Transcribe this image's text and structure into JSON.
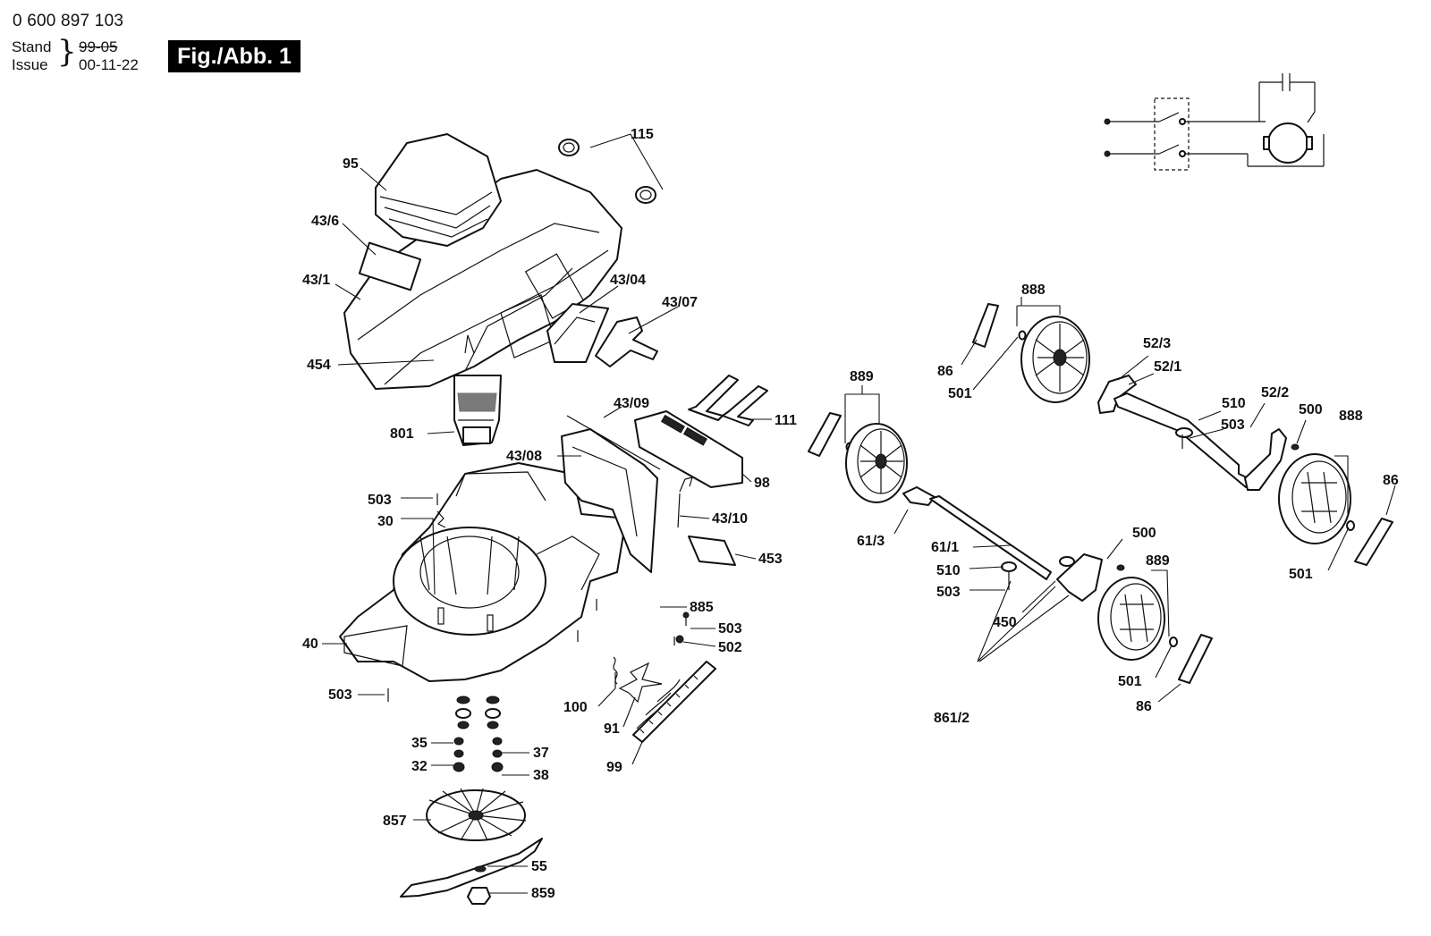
{
  "header": {
    "part_number": "0 600 897 103",
    "stand_label": "Stand",
    "issue_label": "Issue",
    "stand_date": "99-05",
    "issue_date": "00-11-22",
    "figure": "Fig./Abb. 1"
  },
  "labels": {
    "l115": "115",
    "l95": "95",
    "l43_6": "43/6",
    "l43_1": "43/1",
    "l43_04": "43/04",
    "l43_07": "43/07",
    "l454": "454",
    "l801": "801",
    "l43_09": "43/09",
    "l111": "111",
    "l43_08": "43/08",
    "l98": "98",
    "l503_a": "503",
    "l30": "30",
    "l43_10": "43/10",
    "l453": "453",
    "l885": "885",
    "l503_b": "503",
    "l502": "502",
    "l40": "40",
    "l503_c": "503",
    "l100": "100",
    "l91": "91",
    "l35": "35",
    "l37": "37",
    "l32": "32",
    "l38": "38",
    "l99": "99",
    "l857": "857",
    "l55": "55",
    "l859": "859",
    "l888_a": "888",
    "l86_a": "86",
    "l501_a": "501",
    "l52_3": "52/3",
    "l52_1": "52/1",
    "l510_a": "510",
    "l503_d": "503",
    "l52_2": "52/2",
    "l500_a": "500",
    "l888_b": "888",
    "l889_a": "889",
    "l86_b": "86",
    "l61_3": "61/3",
    "l61_1": "61/1",
    "l500_b": "500",
    "l889_b": "889",
    "l510_b": "510",
    "l503_e": "503",
    "l450": "450",
    "l501_b": "501",
    "l501_c": "501",
    "l86_c": "86",
    "l861_2": "861/2"
  }
}
